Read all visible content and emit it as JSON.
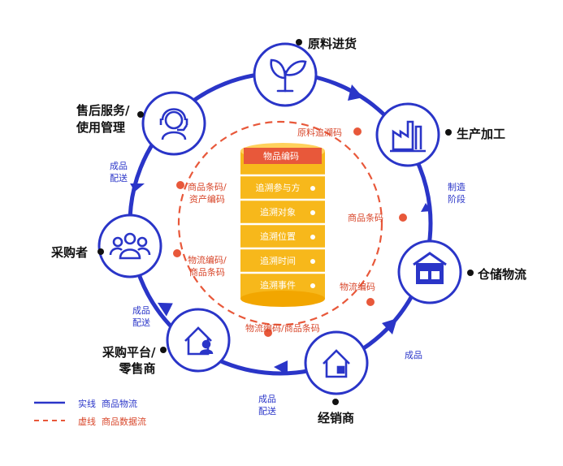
{
  "stages": {
    "raw_material": "原料进货",
    "production": "生产加工",
    "warehouse": "仓储物流",
    "distributor": "经销商",
    "platform_line1": "采购平台/",
    "platform_line2": "零售商",
    "buyer": "采购者",
    "after_sales_line1": "售后服务/",
    "after_sales_line2": "使用管理"
  },
  "logistics_labels": {
    "manufacturing_line1": "制造",
    "manufacturing_line2": "阶段",
    "finished_goods": "成品",
    "finished_delivery_bottom_1": "成品",
    "finished_delivery_bottom_2": "配送",
    "finished_delivery_left_1": "成品",
    "finished_delivery_left_2": "配送",
    "finished_delivery_top_1": "成品",
    "finished_delivery_top_2": "配送"
  },
  "data_labels": {
    "raw_trace_code": "原料追溯码",
    "product_barcode": "商品条码",
    "logistics_code_right": "物流编码",
    "logistics_product_bottom": "物流编码/商品条码",
    "logistics_product_left_1": "物流编码/",
    "logistics_product_left_2": "商品条码",
    "product_asset_1": "商品条码/",
    "product_asset_2": "资产编码"
  },
  "database_layers": [
    "物品编码",
    "追溯参与方",
    "追溯对象",
    "追溯位置",
    "追溯时间",
    "追溯事件"
  ],
  "legend": {
    "solid_key": "实线",
    "solid_desc": "商品物流",
    "dashed_key": "虚线",
    "dashed_desc": "商品数据流"
  },
  "colors": {
    "primary_blue": "#2a35c8",
    "data_red": "#e8583a",
    "database_gold": "#f7b81b",
    "node_fill": "#ffffff"
  },
  "icons": [
    "sprout-icon",
    "factory-icon",
    "warehouse-icon",
    "shop-icon",
    "house-person-icon",
    "people-group-icon",
    "support-agent-icon"
  ]
}
